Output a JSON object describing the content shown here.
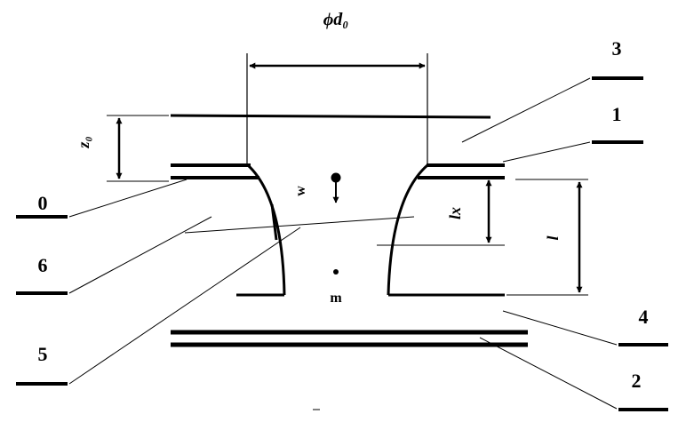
{
  "diagram": {
    "title": "ϕd₀",
    "dim_z": "z₀",
    "dim_lx": "lx",
    "dim_l": "l",
    "mass_w": "w",
    "mass_m": "m",
    "callouts": {
      "c0": "0",
      "c1": "1",
      "c2": "2",
      "c3": "3",
      "c4": "4",
      "c5": "5",
      "c6": "6"
    }
  }
}
